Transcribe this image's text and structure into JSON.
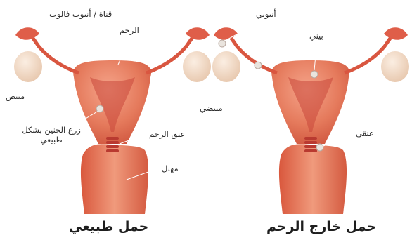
{
  "panels": [
    {
      "caption": "حمل طبيعي",
      "labels": {
        "fallopian_tube": "قناة / أنبوب فالوب",
        "uterus": "الرحم",
        "ovary": "مبيض",
        "implantation": "زرع الجنين بشكل طبيعي",
        "cervix": "عنق الرحم",
        "vagina": "مهبل"
      }
    },
    {
      "caption": "حمل خارج الرحم",
      "labels": {
        "tubal": "أنبوبي",
        "interstitial": "بيني",
        "ovarian": "مبيضي",
        "cervical": "عنقي"
      }
    }
  ],
  "colors": {
    "tissue": "#e06a4f",
    "tissue_dark": "#c9473a",
    "ovary": "#f3dcc8",
    "label_line": "#ffffff"
  }
}
